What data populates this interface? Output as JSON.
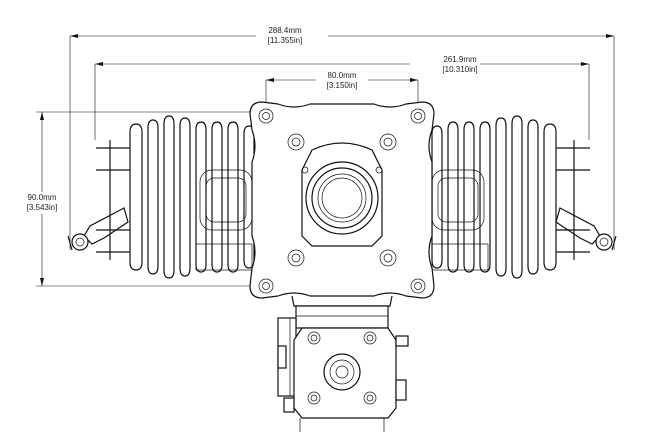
{
  "dimensions": {
    "overall_width": {
      "mm": "288.4mm",
      "in": "[11.355in]"
    },
    "head_span": {
      "mm": "261.9mm",
      "in": "[10.310in]"
    },
    "mount_spacing": {
      "mm": "80.0mm",
      "in": "[3.150in]"
    },
    "height": {
      "mm": "90.0mm",
      "in": "[3.543in]"
    }
  }
}
